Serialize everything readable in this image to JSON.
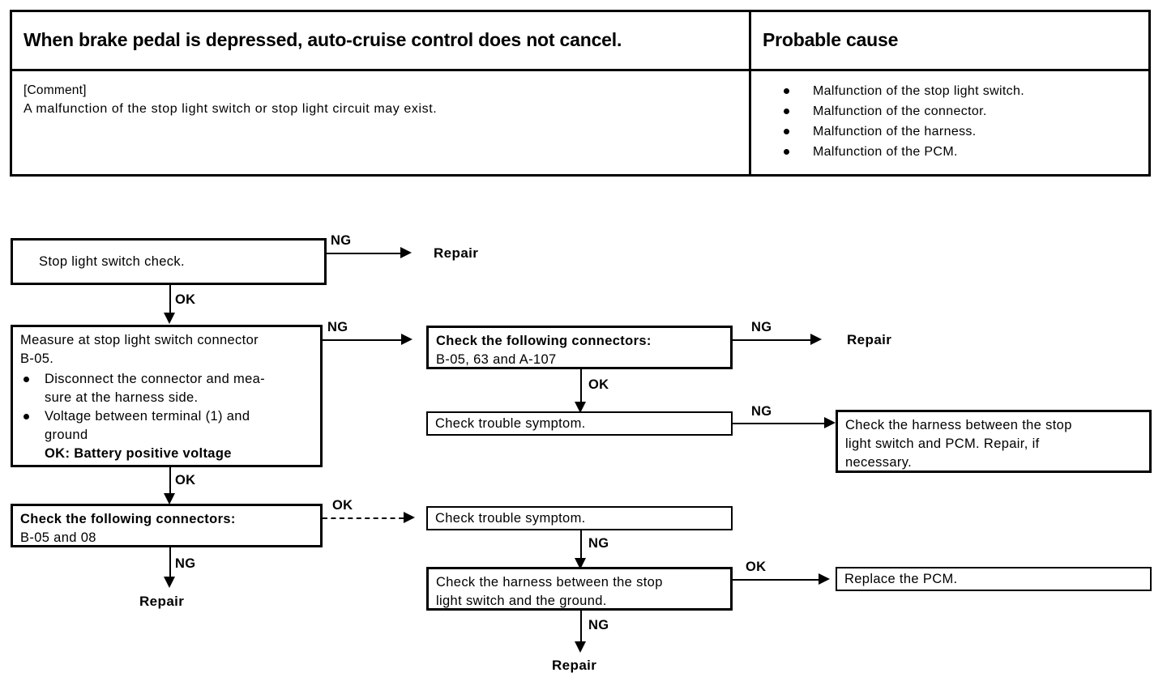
{
  "table": {
    "symptom_header": "When brake pedal is depressed, auto-cruise control does not cancel.",
    "cause_header": "Probable cause",
    "comment_label": "[Comment]",
    "comment_text": "A malfunction of the stop light switch or stop light circuit may exist.",
    "causes": [
      "Malfunction of the stop light switch.",
      "Malfunction of the connector.",
      "Malfunction of the harness.",
      "Malfunction of the PCM."
    ]
  },
  "flow": {
    "nodes": {
      "stop_light_switch_check": "Stop light switch check.",
      "measure_line1": "Measure at stop light switch connector",
      "measure_line2": "B-05.",
      "measure_b1_l1": "Disconnect the connector and mea-",
      "measure_b1_l2": "sure at the harness side.",
      "measure_b2_l1": "Voltage between terminal (1) and",
      "measure_b2_l2": "ground",
      "measure_b2_l3": "OK: Battery positive voltage",
      "connectors_top_l1": "Check the following connectors:",
      "connectors_top_l2": "B-05, 63 and A-107",
      "trouble_symptom_mid": "Check trouble symptom.",
      "harness_pcm_l1": "Check the harness between the stop",
      "harness_pcm_l2": "light switch and PCM. Repair, if",
      "harness_pcm_l3": "necessary.",
      "connectors_bottom_l1": "Check the following connectors:",
      "connectors_bottom_l2": "B-05 and 08",
      "trouble_symptom_low": "Check trouble symptom.",
      "harness_ground_l1": "Check the harness between the stop",
      "harness_ground_l2": "light switch and the ground.",
      "replace_pcm": "Replace the PCM."
    },
    "terminals": {
      "repair_top": "Repair",
      "repair_mid_right": "Repair",
      "repair_bottom_left": "Repair",
      "repair_bottom_mid": "Repair"
    },
    "edge_labels": {
      "ng_1": "NG",
      "ok_1": "OK",
      "ng_2": "NG",
      "ng_3": "NG",
      "ok_2": "OK",
      "ng_4": "NG",
      "ok_3": "OK",
      "ok_4": "OK",
      "ng_5": "NG",
      "ng_6": "NG",
      "ok_5": "OK",
      "ng_7": "NG"
    }
  }
}
